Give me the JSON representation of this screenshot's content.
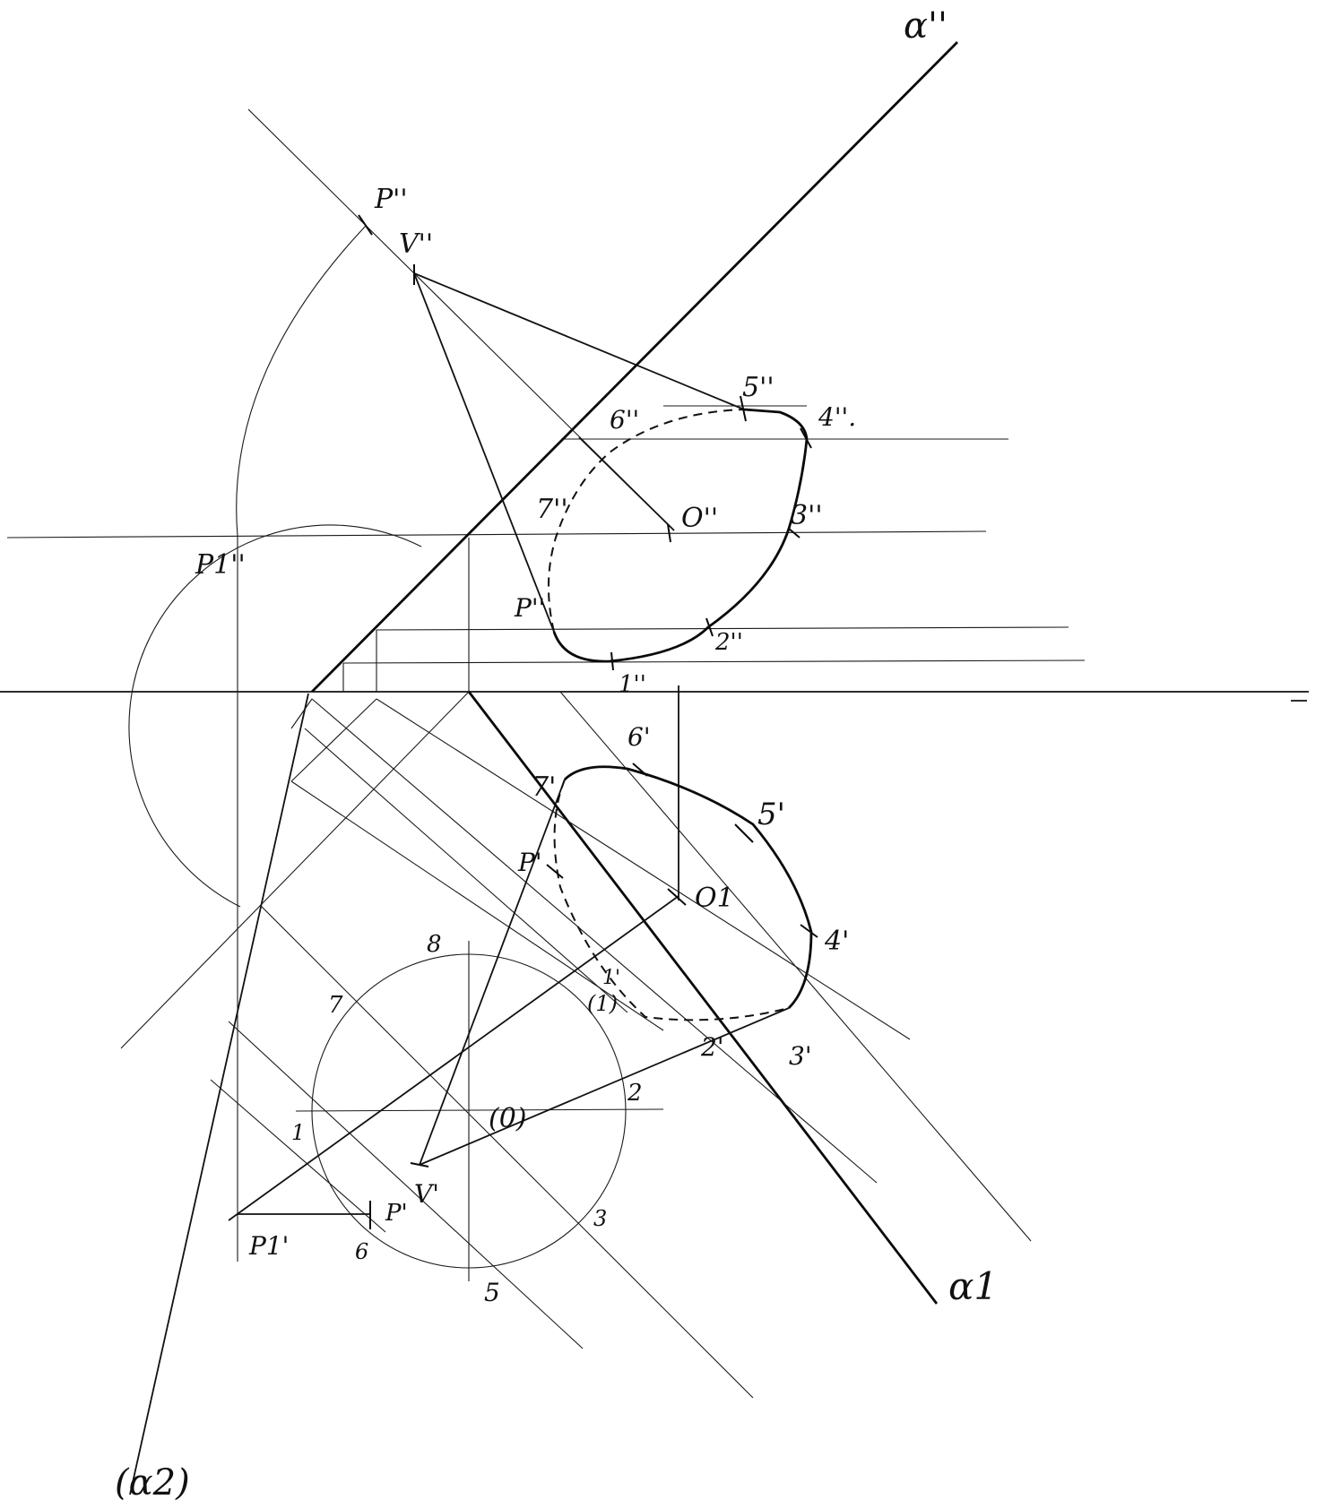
{
  "figure": {
    "labels": {
      "alpha_v": "α''",
      "alpha_1": "α1",
      "alpha_2": "(α2)",
      "P_v": "P''",
      "P1_v": "P1''",
      "V_v": "V''",
      "p5_v": "5''",
      "p4_v": "4''.",
      "p6_v": "6''",
      "p7_v": "7''",
      "O_v": "O''",
      "p3_v": "3''",
      "p2_v": "2''",
      "p1_v": "1''",
      "Pp_v": "P''",
      "p6_h": "6'",
      "p7_h": "7'",
      "p5_h": "5'",
      "Pp_h": "P'",
      "O1_h": "O1",
      "p4_h": "4'",
      "p1_h": "1'",
      "p1b_h": "(1)",
      "p2_h": "2'",
      "p3_h": "3'",
      "c8": "8",
      "c7": "7",
      "c2": "2",
      "c0": "(0)",
      "c1": "1",
      "c3": "3",
      "c5": "5",
      "c6": "6",
      "V_h": "V'",
      "P_h": "P'",
      "P1_h": "P1'"
    },
    "colors": {
      "ink": "#111111",
      "paper": "#ffffff"
    }
  }
}
